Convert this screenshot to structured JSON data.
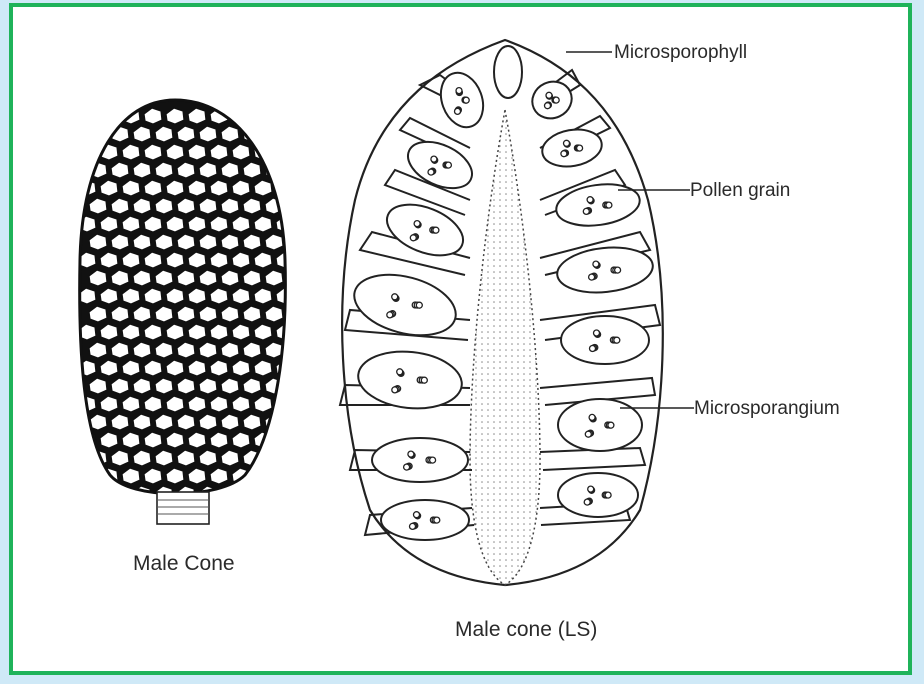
{
  "captions": {
    "whole_cone": "Male Cone",
    "section": "Male cone (LS)"
  },
  "labels": {
    "microsporophyll": "Microsporophyll",
    "pollen_grain": "Pollen grain",
    "microsporangium": "Microsporangium"
  },
  "colors": {
    "frame_border": "#1fb35a",
    "background": "#cfe9f7",
    "ink": "#1a1a1a"
  }
}
